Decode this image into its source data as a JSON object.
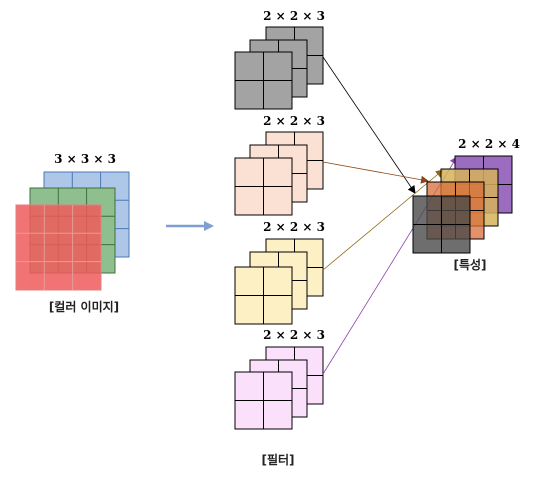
{
  "labels": {
    "input_dims": "3 × 3 × 3",
    "input_caption": "[컬러 이미지]",
    "filter_dims": "2 × 2 × 3",
    "filter_caption": "[필터]",
    "output_dims": "2 × 2 × 4",
    "output_caption": "[특성]"
  },
  "colors": {
    "input_channels": [
      "#aec6e8",
      "#8fbf8f",
      "#f07070"
    ],
    "filters": [
      "#a3a3a3",
      "#fbe1d4",
      "#fdf0c4",
      "#fbe0fb"
    ],
    "filter_arrows": [
      "#000000",
      "#8b4513",
      "#8b6914",
      "#8e44ad"
    ],
    "output_layers": [
      "#9b6cbf",
      "#d6b35a",
      "#d86e3a",
      "#555555"
    ],
    "main_arrow": "#7f9fd0"
  },
  "filters": [
    {
      "name": "filter-1"
    },
    {
      "name": "filter-2"
    },
    {
      "name": "filter-3"
    },
    {
      "name": "filter-4"
    }
  ]
}
